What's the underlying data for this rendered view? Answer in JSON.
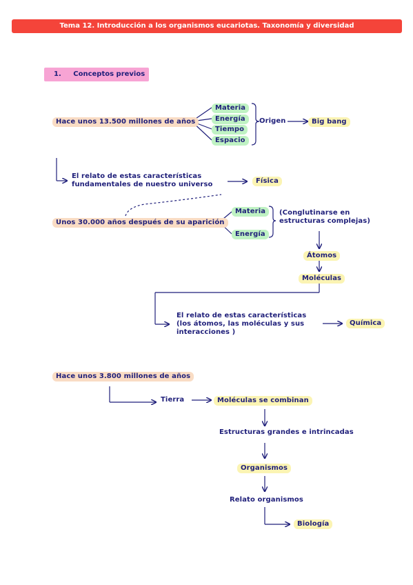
{
  "header": {
    "title": "Tema 12. Introducción a los organismos eucariotas. Taxonomía y diversidad"
  },
  "section": {
    "number": "1.",
    "title": "Conceptos previos"
  },
  "block1": {
    "time": "Hace unos 13.500 millones de años",
    "items": [
      "Materia",
      "Energía",
      "Tiempo",
      "Espacio"
    ],
    "origin": "Origen",
    "bigbang": "Big bang",
    "study_line1": "El relato de estas características",
    "study_line2": "fundamentales de nuestro universo",
    "science": "Física"
  },
  "block2": {
    "time": "Unos 30.000 años después de su aparición",
    "items": [
      "Materia",
      "Energía"
    ],
    "note_line1": "(Conglutinarse en",
    "note_line2": "estructuras complejas)",
    "atoms": "Átomos",
    "molecules": "Moléculas",
    "study_line1": "El relato de estas características",
    "study_line2": "(los átomos, las moléculas y sus",
    "study_line3": "interacciones )",
    "science": "Química"
  },
  "block3": {
    "time": "Hace unos 3.800 millones de años",
    "earth": "Tierra",
    "combine": "Moléculas se combinan",
    "structures": "Estructuras grandes e intrincadas",
    "organisms": "Organismos",
    "story": "Relato organismos",
    "science": "Biología"
  },
  "colors": {
    "ink": "#1f1f7a",
    "title_bg": "#f4443a",
    "section_bg": "#f7a4d4",
    "hl_orange": "#f9dcc4",
    "hl_yellow": "#fbf4b3",
    "hl_green": "#bff2c3"
  }
}
